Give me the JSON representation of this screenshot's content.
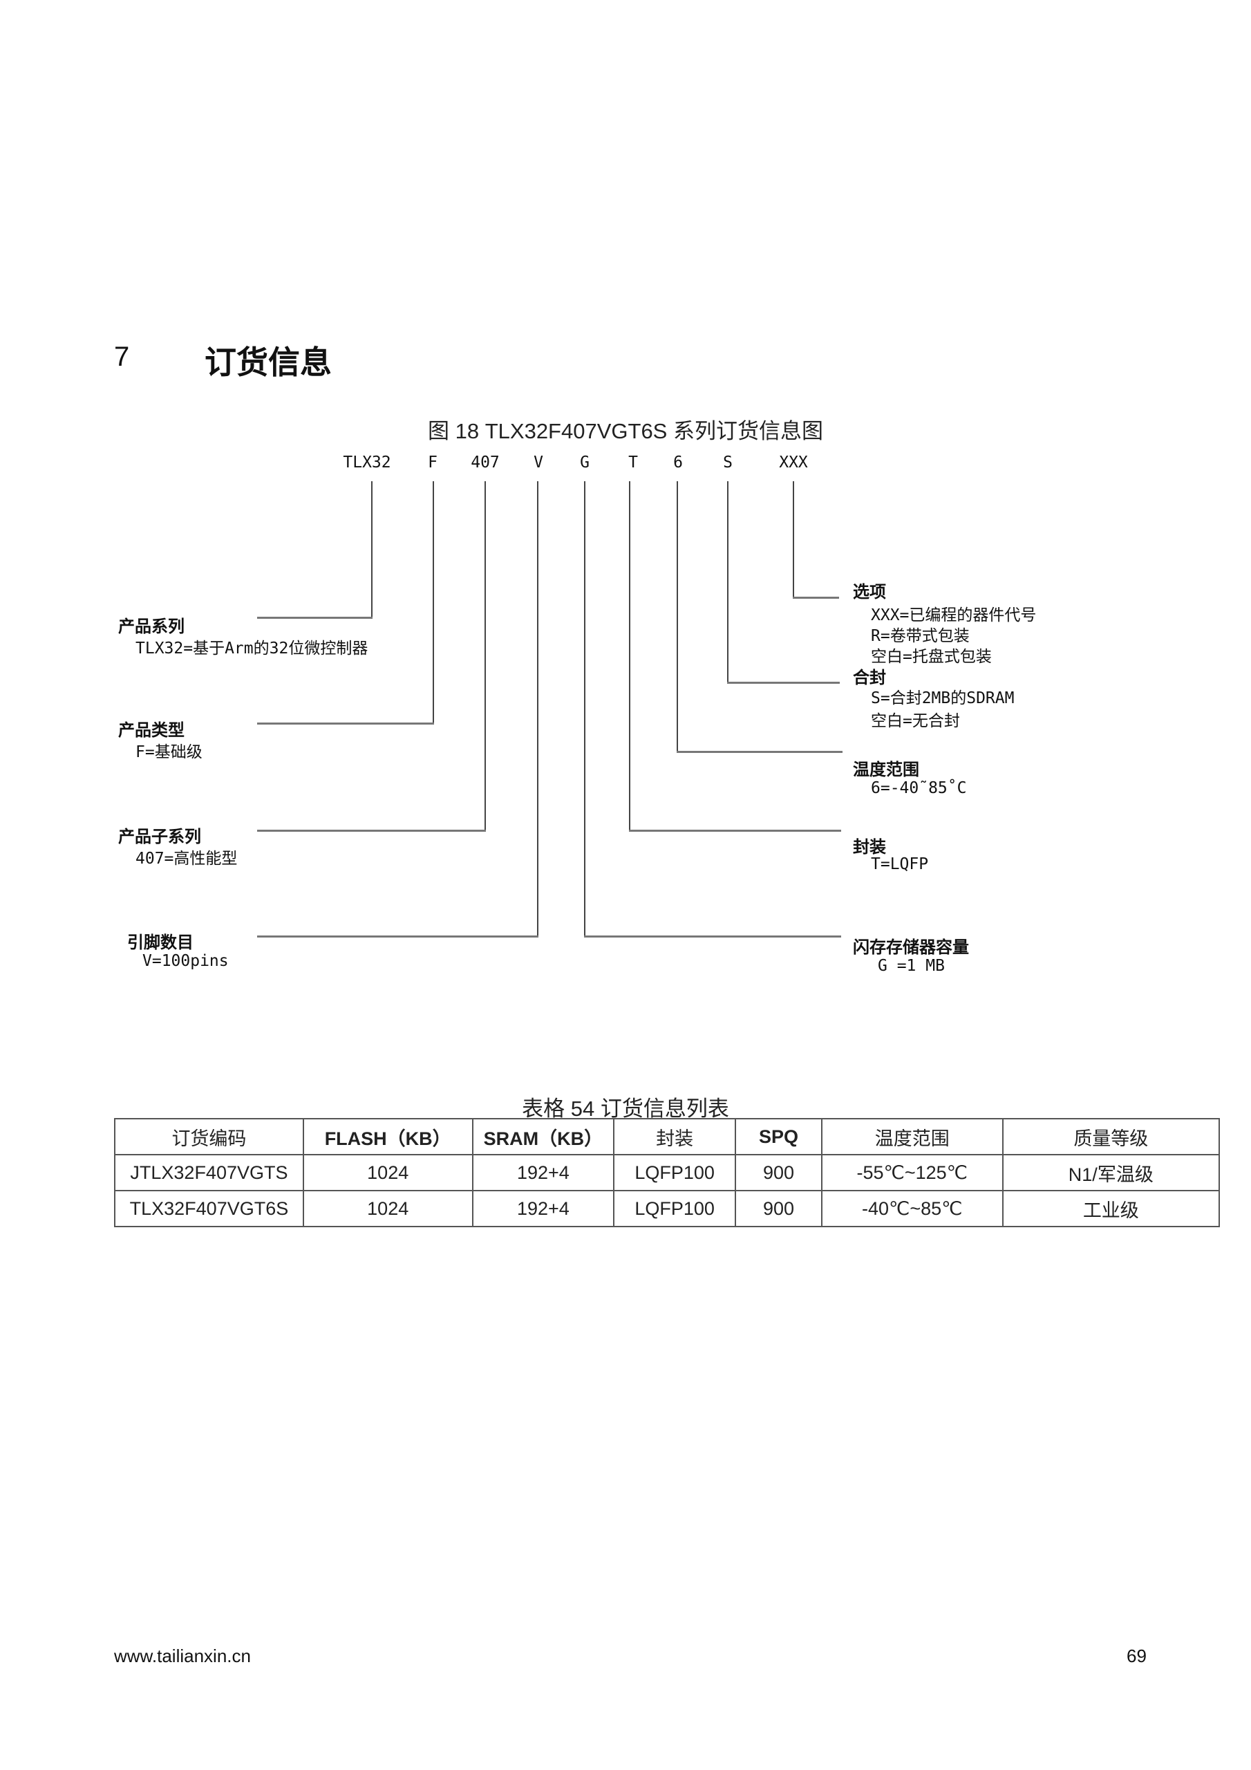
{
  "section": {
    "number": "7",
    "title": "订货信息"
  },
  "figure": {
    "caption": "图 18 TLX32F407VGT6S 系列订货信息图",
    "codes": [
      "TLX32",
      "F",
      "407",
      "V",
      "G",
      "T",
      "6",
      "S",
      "XXX"
    ],
    "left": [
      {
        "title": "产品系列",
        "lines": [
          "TLX32=基于Arm的32位微控制器"
        ]
      },
      {
        "title": "产品类型",
        "lines": [
          "F=基础级"
        ]
      },
      {
        "title": "产品子系列",
        "lines": [
          "407=高性能型"
        ]
      },
      {
        "title": "引脚数目",
        "lines": [
          "V=100pins"
        ]
      }
    ],
    "right": [
      {
        "title": "选项",
        "lines": [
          "XXX=已编程的器件代号",
          "R=卷带式包装",
          "空白=托盘式包装"
        ]
      },
      {
        "title": "合封",
        "lines": [
          "S=合封2MB的SDRAM",
          "空白=无合封"
        ]
      },
      {
        "title": "温度范围",
        "lines": [
          "6=-40˜85˚C"
        ]
      },
      {
        "title": "封装",
        "lines": [
          "T=LQFP"
        ]
      },
      {
        "title": "闪存存储器容量",
        "lines": [
          "G =1 MB"
        ]
      }
    ]
  },
  "table": {
    "caption": "表格 54 订货信息列表",
    "headers": [
      "订货编码",
      "FLASH（KB）",
      "SRAM（KB）",
      "封装",
      "SPQ",
      "温度范围",
      "质量等级"
    ],
    "rows": [
      [
        "JTLX32F407VGTS",
        "1024",
        "192+4",
        "LQFP100",
        "900",
        "-55℃~125℃",
        "N1/军温级"
      ],
      [
        "TLX32F407VGT6S",
        "1024",
        "192+4",
        "LQFP100",
        "900",
        "-40℃~85℃",
        "工业级"
      ]
    ]
  },
  "footer": {
    "website": "www.tailianxin.cn",
    "page": "69"
  }
}
